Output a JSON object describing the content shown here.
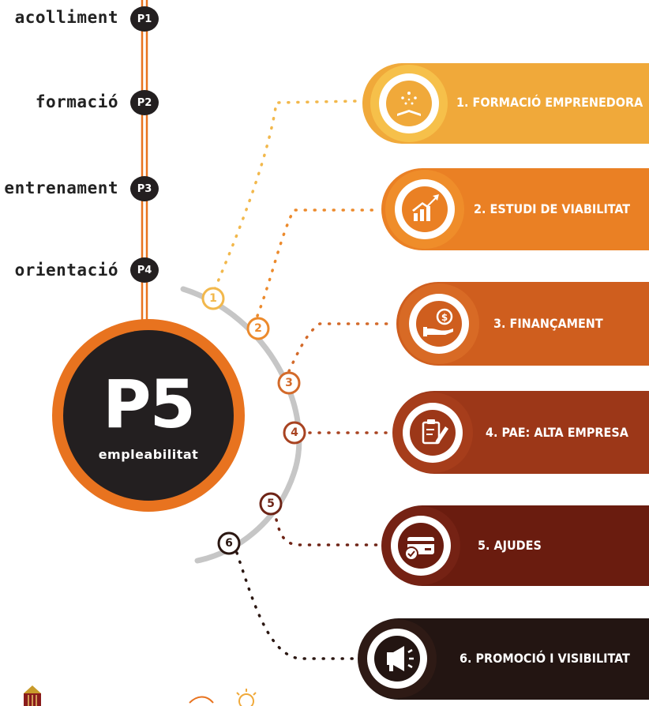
{
  "phases": [
    {
      "label": "acolliment",
      "badge": "P1"
    },
    {
      "label": "formació",
      "badge": "P2"
    },
    {
      "label": "entrenament",
      "badge": "P3"
    },
    {
      "label": "orientació",
      "badge": "P4"
    }
  ],
  "center": {
    "title": "P5",
    "subtitle": "empleabilitat"
  },
  "steps": [
    {
      "num": "1",
      "label": "1. FORMACIÓ  EMPRENEDORA",
      "color": "#f0a93a",
      "icon": "book-sparkles-icon"
    },
    {
      "num": "2",
      "label": "2. ESTUDI DE VIABILITAT",
      "color": "#ea8024",
      "icon": "growth-chart-icon"
    },
    {
      "num": "3",
      "label": "3. FINANÇAMENT",
      "color": "#cf5e1e",
      "icon": "hand-coin-icon"
    },
    {
      "num": "4",
      "label": "4. PAE: ALTA EMPRESA",
      "color": "#9c3718",
      "icon": "clipboard-pen-icon"
    },
    {
      "num": "5",
      "label": "5. AJUDES",
      "color": "#6a1c0f",
      "icon": "card-check-icon"
    },
    {
      "num": "6",
      "label": "6. PROMOCIÓ I VISIBILITAT",
      "color": "#231512",
      "icon": "megaphone-icon"
    }
  ],
  "colors": {
    "spine": "#e8731f",
    "center_ring": "#e8731f",
    "center_fill": "#231f20",
    "arc": "#c8c8c8"
  },
  "footer": {
    "org_text": ""
  }
}
